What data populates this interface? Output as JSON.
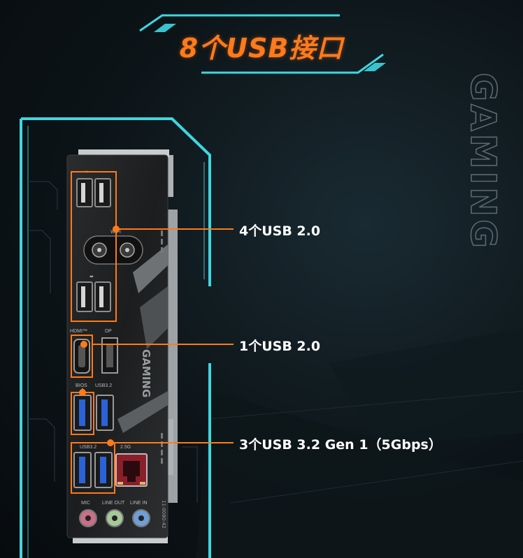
{
  "title": "8个USB接口",
  "watermark": "GAMING",
  "callouts": [
    {
      "text": "4个USB 2.0"
    },
    {
      "text": "1个USB 2.0"
    },
    {
      "text": "3个USB 3.2 Gen 1（5Gbps）"
    }
  ],
  "io_labels": {
    "wifi": "WIFI",
    "hdmi": "HDMI™",
    "dp": "DP",
    "bios": "BIOS",
    "usb32_top": "USB3.2",
    "usb32_bottom": "USB3.2",
    "lan": "2.5G",
    "mic": "MIC",
    "line_out": "LINE OUT",
    "line_in": "LINE IN",
    "shield_text": "GAMING",
    "part_no": "11-0080-42"
  },
  "colors": {
    "accent_orange": "#ff7a1a",
    "frame_cyan": "#3fd6e0",
    "usb3_blue": "#2b62d8",
    "lan_red": "#8a1f2a"
  }
}
